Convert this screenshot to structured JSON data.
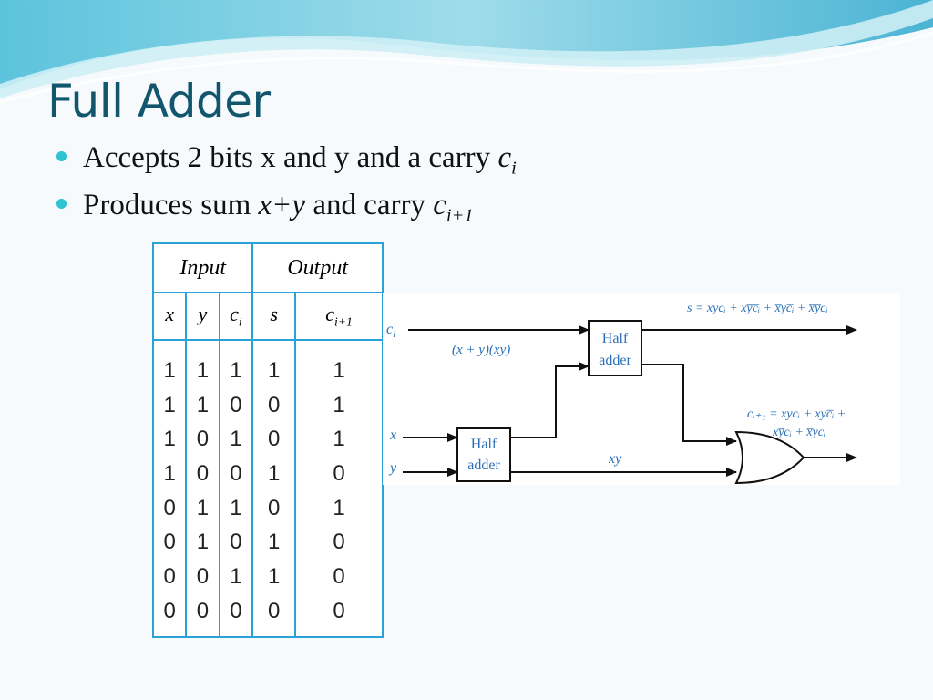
{
  "slide": {
    "title": "Full Adder",
    "bullets": [
      {
        "text": "Accepts 2 bits x and y and a carry ",
        "var": "c",
        "sub": "i"
      },
      {
        "pre": "Produces sum ",
        "expr": "x+y",
        "mid": " and carry ",
        "var": "c",
        "sub": "i+1"
      }
    ]
  },
  "truth_table": {
    "group_headers": [
      "Input",
      "Output"
    ],
    "columns": [
      {
        "base": "x",
        "sub": ""
      },
      {
        "base": "y",
        "sub": ""
      },
      {
        "base": "c",
        "sub": "i"
      },
      {
        "base": "s",
        "sub": ""
      },
      {
        "base": "c",
        "sub": "i+1"
      }
    ],
    "rows": [
      [
        "1",
        "1",
        "1",
        "1",
        "1"
      ],
      [
        "1",
        "1",
        "0",
        "0",
        "1"
      ],
      [
        "1",
        "0",
        "1",
        "0",
        "1"
      ],
      [
        "1",
        "0",
        "0",
        "1",
        "0"
      ],
      [
        "0",
        "1",
        "1",
        "0",
        "1"
      ],
      [
        "0",
        "1",
        "0",
        "1",
        "0"
      ],
      [
        "0",
        "0",
        "1",
        "1",
        "0"
      ],
      [
        "0",
        "0",
        "0",
        "0",
        "0"
      ]
    ]
  },
  "circuit": {
    "input_ci": "c",
    "input_ci_sub": "i",
    "input_x": "x",
    "input_y": "y",
    "half_adder_1": [
      "Half",
      "adder"
    ],
    "half_adder_2": [
      "Half",
      "adder"
    ],
    "wire_label_sum": "(x + y)(xy)",
    "wire_label_carry": "xy",
    "sum_equation": "s = xycᵢ + xy̅c̅ᵢ + x̅yc̅ᵢ + x̅y̅cᵢ",
    "carry_equation_line1": "cᵢ₊₁ = xycᵢ + xyc̅ᵢ +",
    "carry_equation_line2": "xy̅cᵢ + x̅ycᵢ",
    "colors": {
      "label": "#2a6fb8",
      "wire": "#111111"
    }
  }
}
